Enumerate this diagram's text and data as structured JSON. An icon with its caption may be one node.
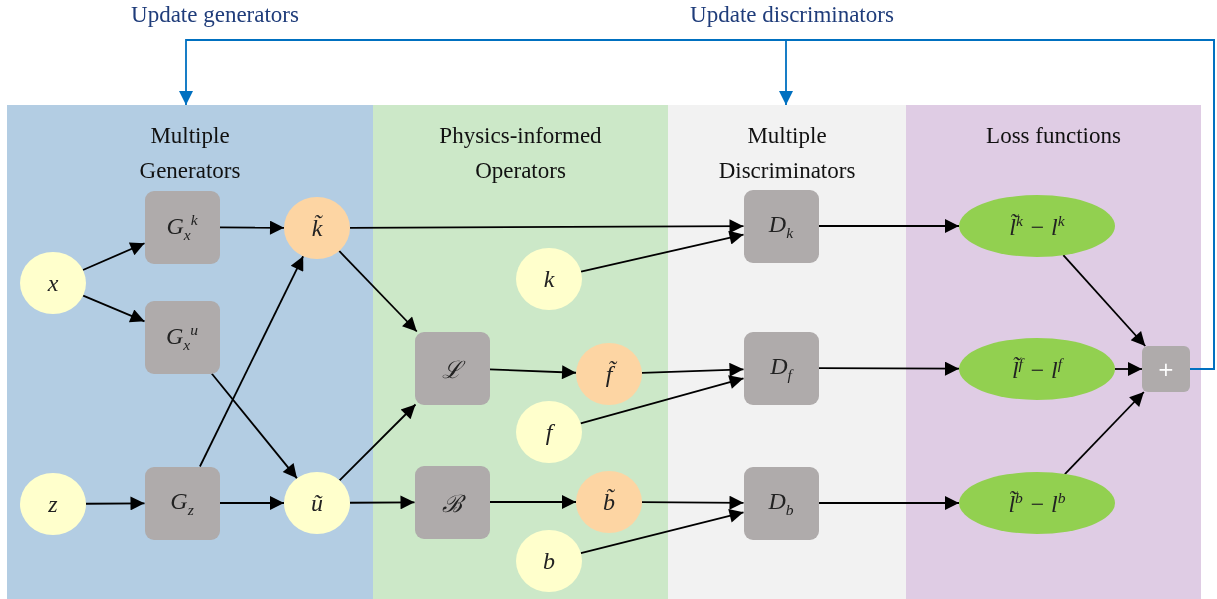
{
  "diagram": {
    "nodes": [
      {
        "text": [
          "Multiple Generators"
        ]
      },
      {
        "text": [
          "Physics-informed Operators"
        ]
      },
      {
        "text": [
          "Multiple Discriminators"
        ]
      },
      {
        "text": [
          "Loss functions"
        ]
      },
      {
        "text": [
          "x"
        ],
        "in": 0
      },
      {
        "text": [
          "G$_{x}$$^{k}$"
        ],
        "in": 0
      },
      {
        "text": [
          "G$_{x}$$^{u}$"
        ],
        "in": 0
      },
      {
        "text": [
          "z"
        ],
        "in": 0
      },
      {
        "text": [
          "G$_{z}$"
        ],
        "in": 0
      },
      {
        "text": [
          "k̃"
        ],
        "in": 0
      },
      {
        "text": [
          "ũ"
        ],
        "in": 0
      },
      {
        "text": [
          "k"
        ],
        "in": 1
      },
      {
        "text": [
          "ℒ"
        ],
        "in": 1
      },
      {
        "text": [
          "f̃"
        ],
        "in": 1
      },
      {
        "text": [
          "f"
        ],
        "in": 1
      },
      {
        "text": [
          "ℬ"
        ],
        "in": 1
      },
      {
        "text": [
          "b̃"
        ],
        "in": 1
      },
      {
        "text": [
          "b"
        ],
        "in": 1
      },
      {
        "text": [
          "D$_{k}$"
        ],
        "in": 2
      },
      {
        "text": [
          "D$_{f}$"
        ],
        "in": 2
      },
      {
        "text": [
          "D$_{b}$"
        ],
        "in": 2
      },
      {
        "text": [
          "l̃$^{k}$ − l$^{k}$"
        ],
        "in": 3
      },
      {
        "text": [
          "l̃$^{f}$ − l$^{f}$"
        ],
        "in": 3
      },
      {
        "text": [
          "l̃$^{b}$ − l$^{b}$"
        ],
        "in": 3
      },
      {
        "text": [
          "+"
        ],
        "in": 3
      }
    ],
    "edges": [
      {
        "from": 4,
        "to": 5,
        "arrow": "to"
      },
      {
        "from": 4,
        "to": 6,
        "arrow": "to"
      },
      {
        "from": 5,
        "to": 9,
        "arrow": "to"
      },
      {
        "from": 6,
        "to": 10,
        "arrow": "to"
      },
      {
        "from": 7,
        "to": 8,
        "arrow": "to"
      },
      {
        "from": 8,
        "to": 9,
        "arrow": "to"
      },
      {
        "from": 8,
        "to": 10,
        "arrow": "to"
      },
      {
        "from": 9,
        "to": 18,
        "arrow": "to"
      },
      {
        "from": 9,
        "to": 12,
        "arrow": "to"
      },
      {
        "from": 10,
        "to": 12,
        "arrow": "to"
      },
      {
        "from": 10,
        "to": 15,
        "arrow": "to"
      },
      {
        "from": 11,
        "to": 18,
        "arrow": "to"
      },
      {
        "from": 12,
        "to": 13,
        "arrow": "to"
      },
      {
        "from": 13,
        "to": 19,
        "arrow": "to"
      },
      {
        "from": 14,
        "to": 19,
        "arrow": "to"
      },
      {
        "from": 15,
        "to": 16,
        "arrow": "to"
      },
      {
        "from": 16,
        "to": 20,
        "arrow": "to"
      },
      {
        "from": 17,
        "to": 20,
        "arrow": "to"
      },
      {
        "from": 18,
        "to": 21,
        "arrow": "to"
      },
      {
        "from": 19,
        "to": 22,
        "arrow": "to"
      },
      {
        "from": 20,
        "to": 23,
        "arrow": "to"
      },
      {
        "from": 21,
        "to": 24,
        "arrow": "to"
      },
      {
        "from": 22,
        "to": 24,
        "arrow": "to"
      },
      {
        "from": 23,
        "to": 24,
        "arrow": "to"
      },
      {
        "from": 24,
        "to": 0,
        "arrow": "to",
        "label": "Update generators",
        "color": "#0070c0"
      },
      {
        "from": 24,
        "to": 2,
        "arrow": "to",
        "label": "Update discriminators",
        "color": "#0070c0"
      }
    ]
  }
}
